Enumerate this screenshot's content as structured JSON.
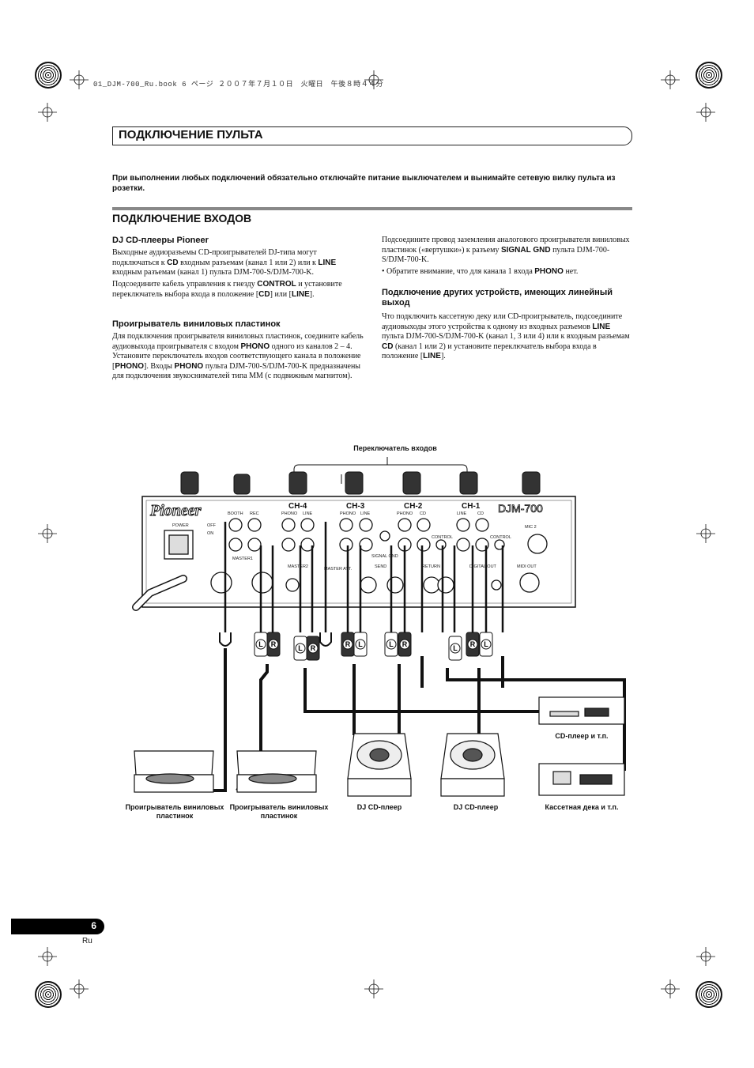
{
  "header": {
    "file_line": "01_DJM-700_Ru.book  6 ページ  ２００７年７月１０日　火曜日　午後８時４４分"
  },
  "chapter": {
    "title": "ПОДКЛЮЧЕНИЕ ПУЛЬТА"
  },
  "warning": "При выполнении любых подключений обязательно отключайте питание выключателем и вынимайте сетевую вилку пульта из розетки.",
  "section": {
    "title": "Подключение входов"
  },
  "left_column": {
    "cd_heading": "DJ CD-плееры Pioneer",
    "cd_p1_a": "Выходные аудиоразъемы CD-проигрывателей DJ-типа могут подключаться к ",
    "cd_p1_b": "CD",
    "cd_p1_c": " входным разъемам (канал 1 или 2) или к ",
    "cd_p1_d": "LINE",
    "cd_p1_e": " входным разъемам (канал 1) пульта DJM-700-S/DJM-700-K.",
    "cd_p2_a": "Подсоедините кабель управления к гнезду ",
    "cd_p2_b": "CONTROL",
    "cd_p2_c": " и установите переключатель выбора входа в положение [",
    "cd_p2_d": "CD",
    "cd_p2_e": "] или [",
    "cd_p2_f": "LINE",
    "cd_p2_g": "].",
    "vinyl_heading": "Проигрыватель виниловых пластинок",
    "vinyl_p_a": "Для подключения проигрывателя виниловых пластинок, соедините кабель аудиовыхода проигрывателя с входом ",
    "vinyl_p_b": "PHONO",
    "vinyl_p_c": " одного из каналов 2 – 4. Установите переключатель входов соответствующего канала в положение [",
    "vinyl_p_d": "PHONO",
    "vinyl_p_e": "]. Входы ",
    "vinyl_p_f": "PHONO",
    "vinyl_p_g": " пульта DJM-700-S/DJM-700-K предназначены для подключения звукоснимателей типа MM (с подвижным магнитом)."
  },
  "right_column": {
    "gnd_p_a": "Подсоедините провод заземления аналогового проигрывателя виниловых пластинок («вертушки») к разъему ",
    "gnd_p_b": "SIGNAL GND",
    "gnd_p_c": " пульта DJM-700-S/DJM-700-K.",
    "note_a": "•  Обратите внимание, что для канала 1 входа ",
    "note_b": "PHONO",
    "note_c": " нет.",
    "other_heading": "Подключение других устройств, имеющих линейный выход",
    "other_p_a": "Что подключить кассетную деку или CD-проигрыватель, подсоедините аудиовыходы этого устройства к одному из входных разъемов ",
    "other_p_b": "LINE",
    "other_p_c": " пульта DJM-700-S/DJM-700-K (канал 1, 3 или 4) или к входным разъемам ",
    "other_p_d": "CD",
    "other_p_e": " (канал 1 или 2) и установите переключатель выбора входа в положение [",
    "other_p_f": "LINE",
    "other_p_g": "]."
  },
  "diagram": {
    "input_selector_label": "Переключатель входов",
    "brand": "Pioneer",
    "model": "DJM-700",
    "channels": [
      "CH-4",
      "CH-3",
      "CH-2",
      "CH-1"
    ],
    "jack_labels": {
      "booth": "BOOTH",
      "rec": "REC",
      "phono": "PHONO",
      "line": "LINE",
      "cd": "CD",
      "control": "CONTROL",
      "signal_gnd": "SIGNAL GND",
      "mic2": "MIC 2",
      "power": "POWER",
      "off": "OFF",
      "on": "ON",
      "master1": "MASTER1",
      "master2": "MASTER2",
      "send": "SEND",
      "return": "RETURN",
      "digital_out": "DIGITAL OUT",
      "midi_out": "MIDI OUT",
      "master_att": "MASTER ATT."
    },
    "device_labels": {
      "turntable_1": "Проигрыватель виниловых пластинок",
      "turntable_2": "Проигрыватель виниловых пластинок",
      "dj_cd_1": "DJ CD-плеер",
      "dj_cd_2": "DJ CD-плеер",
      "cd_player": "CD-плеер и т.п.",
      "cassette": "Кассетная дека и т.п."
    },
    "plug_letters": [
      "L",
      "R"
    ]
  },
  "footer": {
    "page_number": "6",
    "language": "Ru"
  },
  "colors": {
    "bar": "#888888",
    "ink": "#111111"
  }
}
